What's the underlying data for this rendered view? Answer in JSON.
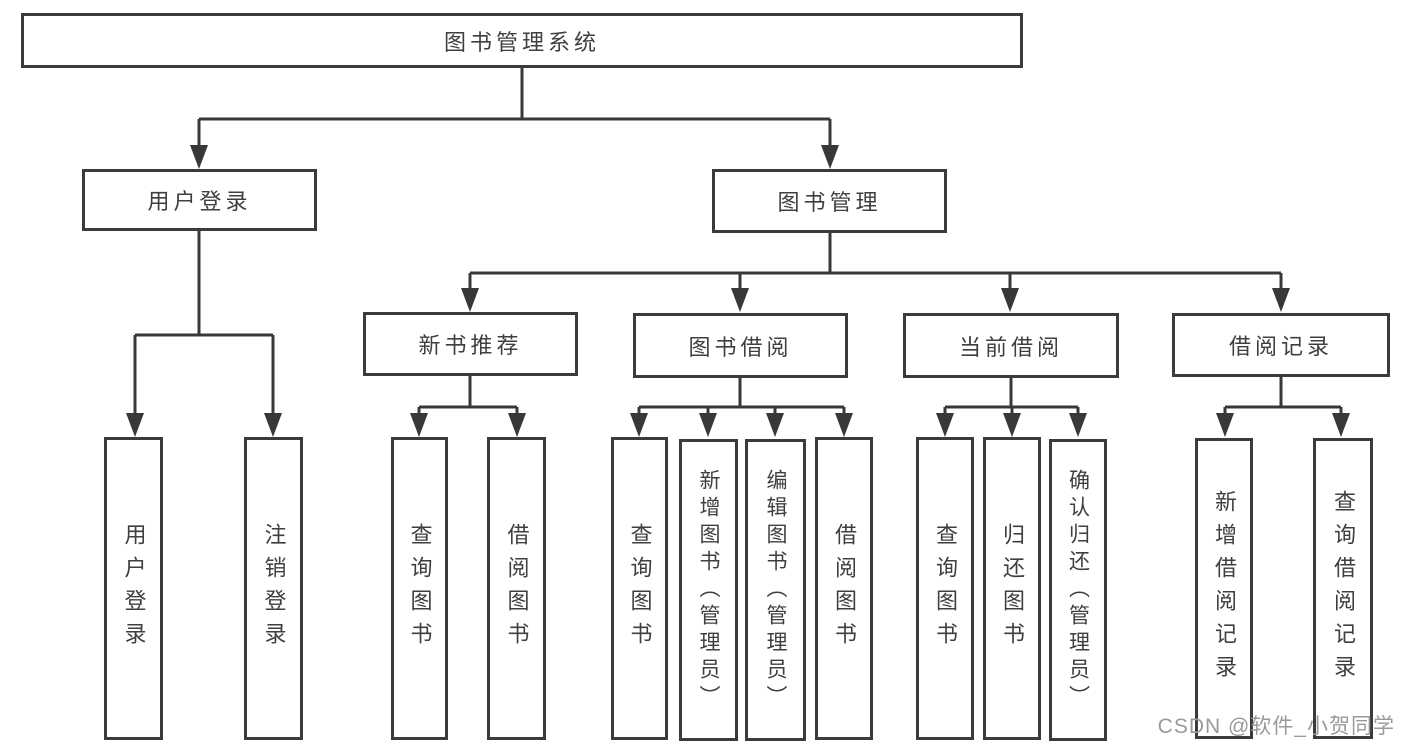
{
  "diagram": {
    "title": "图书管理系统",
    "watermark": "CSDN @软件_小贺同学",
    "colors": {
      "line": "#383838",
      "box_border": "#3b3b3b",
      "text": "#3f3f3f",
      "watermark": "#9a9a9a",
      "background": "#ffffff"
    },
    "nodes": {
      "root": "图书管理系统",
      "user_login": "用户登录",
      "book_mgmt": "图书管理",
      "new_book_rec": "新书推荐",
      "book_borrow": "图书借阅",
      "current_borrow": "当前借阅",
      "borrow_records": "借阅记录",
      "leaf_user_login": "用户登录",
      "leaf_logout": "注销登录",
      "rec_query_book": "查询图书",
      "rec_borrow_book": "借阅图书",
      "bor_query_book": "查询图书",
      "bor_add_book": "新增图书（管理员）",
      "bor_edit_book": "编辑图书（管理员）",
      "bor_borrow_book": "借阅图书",
      "cur_query_book": "查询图书",
      "cur_return_book": "归还图书",
      "cur_confirm_return": "确认归还（管理员）",
      "rcd_add_record": "新增借阅记录",
      "rcd_query_record": "查询借阅记录"
    },
    "structure": [
      {
        "parent": "图书管理系统",
        "children": [
          "用户登录",
          "图书管理"
        ]
      },
      {
        "parent": "用户登录",
        "children": [
          "用户登录",
          "注销登录"
        ]
      },
      {
        "parent": "图书管理",
        "children": [
          "新书推荐",
          "图书借阅",
          "当前借阅",
          "借阅记录"
        ]
      },
      {
        "parent": "新书推荐",
        "children": [
          "查询图书",
          "借阅图书"
        ]
      },
      {
        "parent": "图书借阅",
        "children": [
          "查询图书",
          "新增图书（管理员）",
          "编辑图书（管理员）",
          "借阅图书"
        ]
      },
      {
        "parent": "当前借阅",
        "children": [
          "查询图书",
          "归还图书",
          "确认归还（管理员）"
        ]
      },
      {
        "parent": "借阅记录",
        "children": [
          "新增借阅记录",
          "查询借阅记录"
        ]
      }
    ]
  }
}
